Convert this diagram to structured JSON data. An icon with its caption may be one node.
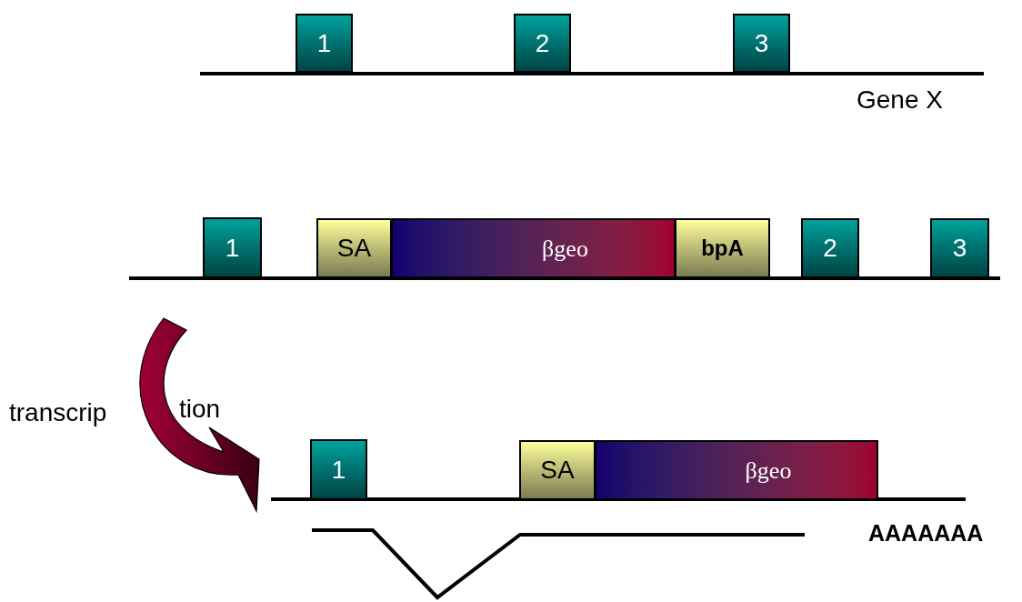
{
  "diagram": {
    "nodes": [
      {
        "text": [
          "1"
        ]
      },
      {
        "text": [
          "2"
        ]
      },
      {
        "text": [
          "3"
        ]
      },
      {
        "text": [
          "1"
        ]
      },
      {
        "text": [
          "SA"
        ]
      },
      {
        "text": [
          "βgeo"
        ]
      },
      {
        "text": [
          "bpA"
        ]
      },
      {
        "text": [
          "2"
        ]
      },
      {
        "text": [
          "3"
        ]
      },
      {
        "text": [
          "1"
        ]
      },
      {
        "text": [
          "SA"
        ]
      },
      {
        "text": [
          "βgeo"
        ]
      }
    ],
    "labels": [
      "Gene X",
      "transcrip",
      "tion",
      "AAAAAAA"
    ]
  }
}
